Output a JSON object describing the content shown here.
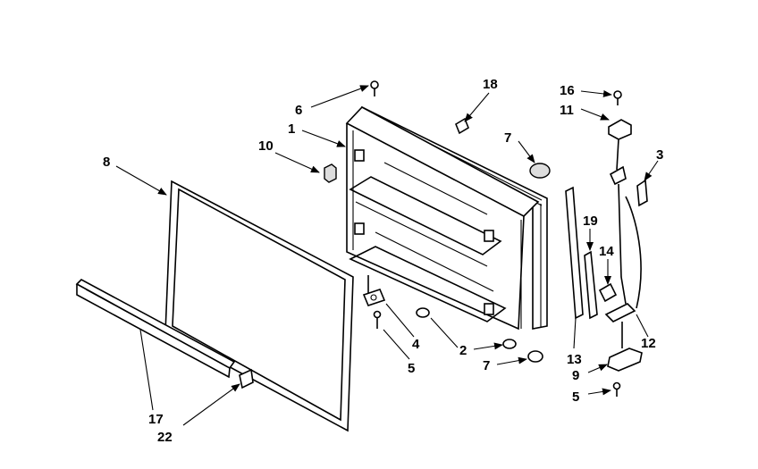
{
  "callouts": {
    "c1": "1",
    "c2": "2",
    "c3": "3",
    "c4": "4",
    "c5a": "5",
    "c5b": "5",
    "c6": "6",
    "c7a": "7",
    "c7b": "7",
    "c8": "8",
    "c9": "9",
    "c10": "10",
    "c11": "11",
    "c12": "12",
    "c13": "13",
    "c14": "14",
    "c16": "16",
    "c17": "17",
    "c18": "18",
    "c19": "19",
    "c22": "22"
  }
}
